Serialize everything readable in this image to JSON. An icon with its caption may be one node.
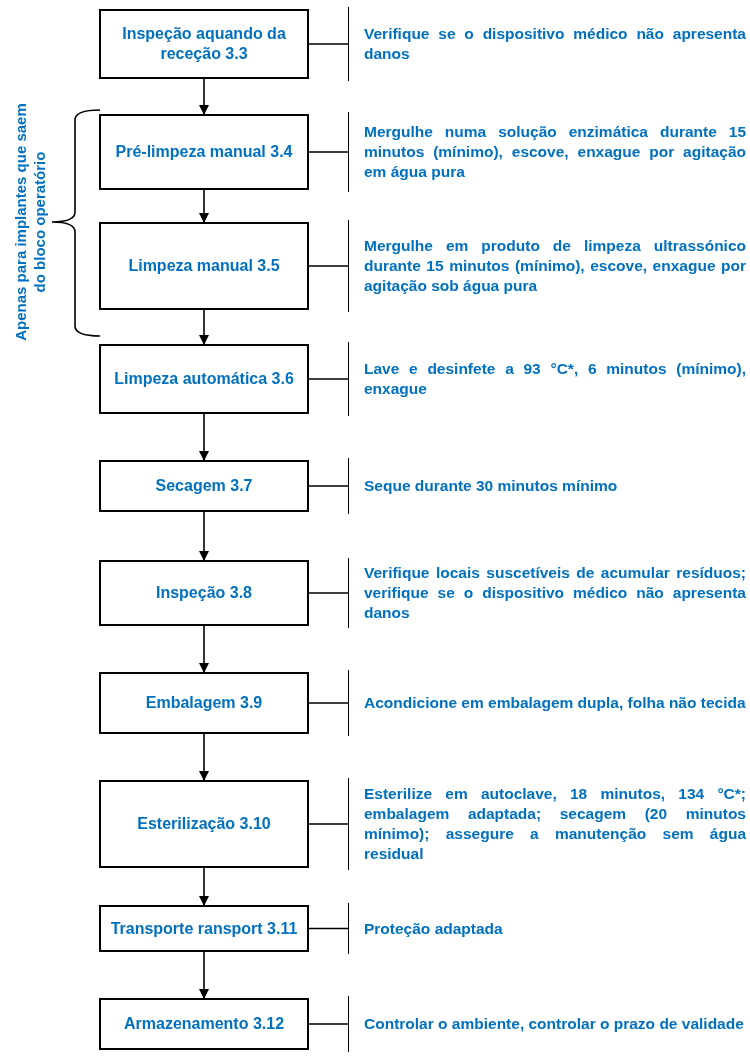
{
  "diagram": {
    "nodes": [
      {
        "text": [
          "Inspeção aquando da receção 3.3"
        ]
      },
      {
        "text": [
          "Verifique se o dispositivo médico não apresenta danos"
        ]
      },
      {
        "text": [
          "Pré-limpeza manual 3.4"
        ]
      },
      {
        "text": [
          "Mergulhe numa solução enzimática durante 15 minutos (mínimo), escove, enxague por agitação em água pura"
        ]
      },
      {
        "text": [
          "Limpeza manual 3.5"
        ]
      },
      {
        "text": [
          "Mergulhe em produto de limpeza ultrassónico durante 15 minutos (mínimo), escove, enxague por agitação sob água pura"
        ]
      },
      {
        "text": [
          "Limpeza automática 3.6"
        ]
      },
      {
        "text": [
          "Lave e desinfete a 93 °C*, 6 minutos (mínimo), enxague"
        ]
      },
      {
        "text": [
          "Secagem 3.7"
        ]
      },
      {
        "text": [
          "Seque durante 30 minutos mínimo"
        ]
      },
      {
        "text": [
          "Inspeção 3.8"
        ]
      },
      {
        "text": [
          "Verifique locais suscetíveis de acumular resíduos; verifique se o dispositivo médico não apresenta danos"
        ]
      },
      {
        "text": [
          "Embalagem 3.9"
        ]
      },
      {
        "text": [
          "Acondicione em embalagem dupla, folha não tecida"
        ]
      },
      {
        "text": [
          "Esterilização 3.10"
        ]
      },
      {
        "text": [
          "Esterilize em autoclave, 18 minutos, 134 °C*; embalagem adaptada; secagem (20 minutos mínimo); assegure a manutenção sem água residual"
        ]
      },
      {
        "text": [
          "Transporte ransport 3.11"
        ]
      },
      {
        "text": [
          "Proteção adaptada"
        ]
      },
      {
        "text": [
          "Armazenamento 3.12"
        ]
      },
      {
        "text": [
          "Controlar o ambiente, controlar o prazo de validade"
        ]
      }
    ],
    "edges": [
      {
        "from": 0,
        "to": 1,
        "arrow": "none"
      },
      {
        "from": 0,
        "to": 2,
        "arrow": "to"
      },
      {
        "from": 2,
        "to": 3,
        "arrow": "none"
      },
      {
        "from": 2,
        "to": 4,
        "arrow": "to"
      },
      {
        "from": 4,
        "to": 5,
        "arrow": "none"
      },
      {
        "from": 4,
        "to": 6,
        "arrow": "to"
      },
      {
        "from": 6,
        "to": 7,
        "arrow": "none"
      },
      {
        "from": 6,
        "to": 8,
        "arrow": "to"
      },
      {
        "from": 8,
        "to": 9,
        "arrow": "none"
      },
      {
        "from": 8,
        "to": 10,
        "arrow": "to"
      },
      {
        "from": 10,
        "to": 11,
        "arrow": "none"
      },
      {
        "from": 10,
        "to": 12,
        "arrow": "to"
      },
      {
        "from": 12,
        "to": 13,
        "arrow": "none"
      },
      {
        "from": 12,
        "to": 14,
        "arrow": "to"
      },
      {
        "from": 14,
        "to": 15,
        "arrow": "none"
      },
      {
        "from": 14,
        "to": 16,
        "arrow": "to"
      },
      {
        "from": 16,
        "to": 17,
        "arrow": "none"
      },
      {
        "from": 16,
        "to": 18,
        "arrow": "to"
      },
      {
        "from": 18,
        "to": 19,
        "arrow": "none"
      }
    ],
    "labels": [
      "Apenas para implantes que saem do bloco operatório"
    ]
  }
}
